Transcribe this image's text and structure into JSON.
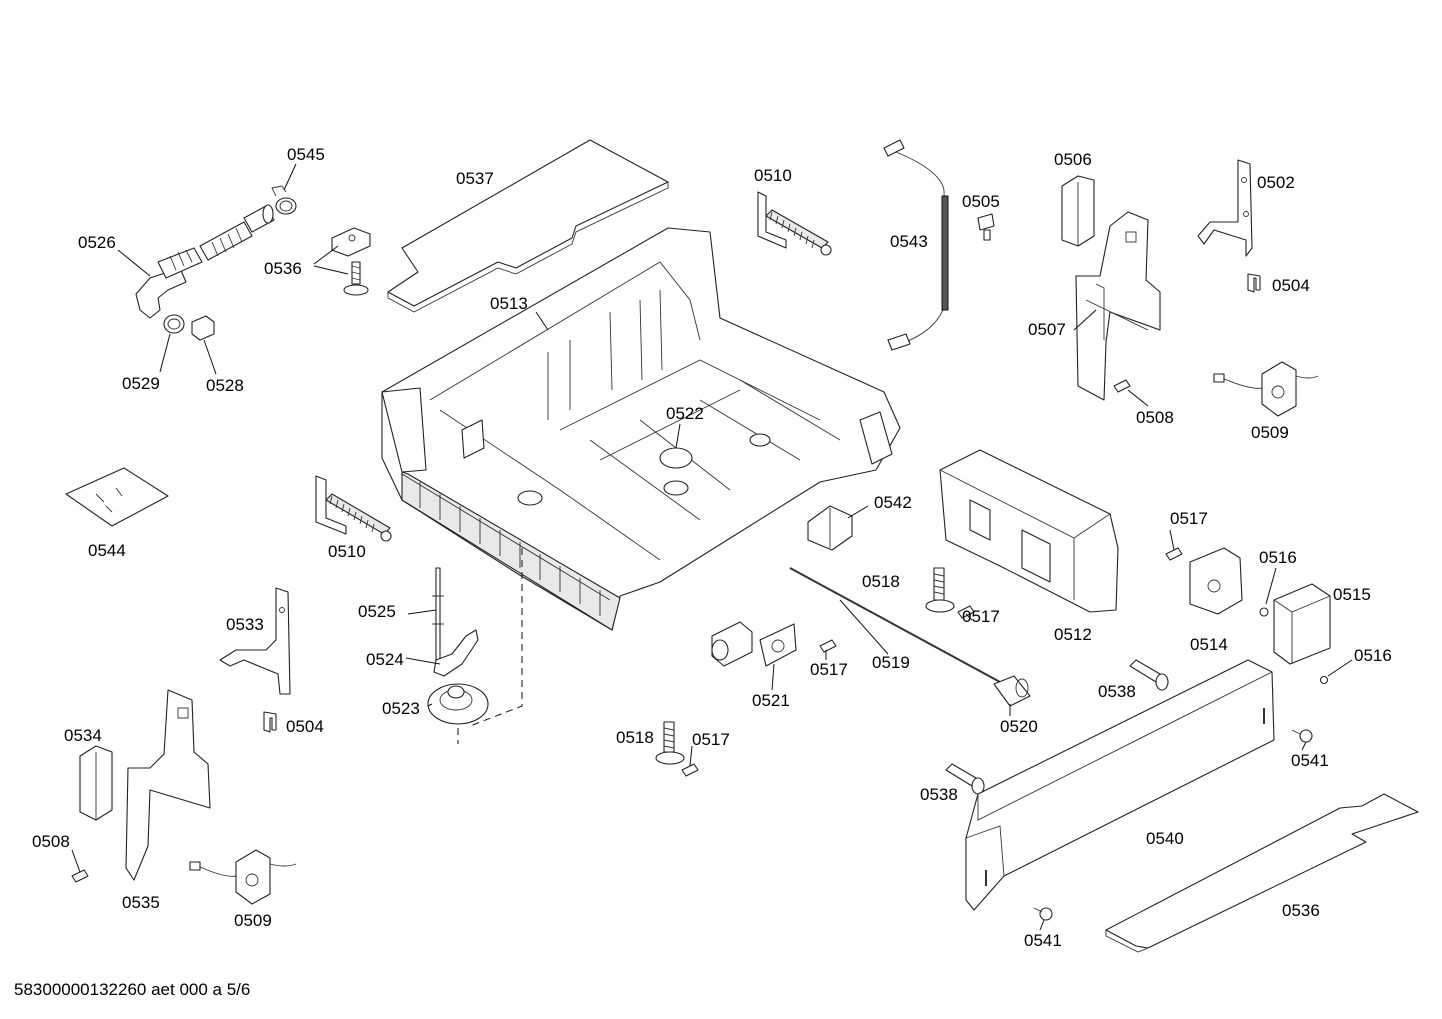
{
  "labels": [
    {
      "id": "l0545",
      "text": "0545"
    },
    {
      "id": "l0537",
      "text": "0537"
    },
    {
      "id": "l0510a",
      "text": "0510"
    },
    {
      "id": "l0505",
      "text": "0505"
    },
    {
      "id": "l0543",
      "text": "0543"
    },
    {
      "id": "l0506",
      "text": "0506"
    },
    {
      "id": "l0502",
      "text": "0502"
    },
    {
      "id": "l0526",
      "text": "0526"
    },
    {
      "id": "l0536a",
      "text": "0536"
    },
    {
      "id": "l0513",
      "text": "0513"
    },
    {
      "id": "l0504a",
      "text": "0504"
    },
    {
      "id": "l0507",
      "text": "0507"
    },
    {
      "id": "l0529",
      "text": "0529"
    },
    {
      "id": "l0528",
      "text": "0528"
    },
    {
      "id": "l0522",
      "text": "0522"
    },
    {
      "id": "l0508a",
      "text": "0508"
    },
    {
      "id": "l0509a",
      "text": "0509"
    },
    {
      "id": "l0542",
      "text": "0542"
    },
    {
      "id": "l0544",
      "text": "0544"
    },
    {
      "id": "l0510b",
      "text": "0510"
    },
    {
      "id": "l0517a",
      "text": "0517"
    },
    {
      "id": "l0516a",
      "text": "0516"
    },
    {
      "id": "l0518a",
      "text": "0518"
    },
    {
      "id": "l0525",
      "text": "0525"
    },
    {
      "id": "l0515",
      "text": "0515"
    },
    {
      "id": "l0533",
      "text": "0533"
    },
    {
      "id": "l0517b",
      "text": "0517"
    },
    {
      "id": "l0512",
      "text": "0512"
    },
    {
      "id": "l0514",
      "text": "0514"
    },
    {
      "id": "l0516b",
      "text": "0516"
    },
    {
      "id": "l0524",
      "text": "0524"
    },
    {
      "id": "l0517c",
      "text": "0517"
    },
    {
      "id": "l0519",
      "text": "0519"
    },
    {
      "id": "l0538a",
      "text": "0538"
    },
    {
      "id": "l0523",
      "text": "0523"
    },
    {
      "id": "l0521",
      "text": "0521"
    },
    {
      "id": "l0504b",
      "text": "0504"
    },
    {
      "id": "l0520",
      "text": "0520"
    },
    {
      "id": "l0534",
      "text": "0534"
    },
    {
      "id": "l0518b",
      "text": "0518"
    },
    {
      "id": "l0517d",
      "text": "0517"
    },
    {
      "id": "l0541a",
      "text": "0541"
    },
    {
      "id": "l0538b",
      "text": "0538"
    },
    {
      "id": "l0540",
      "text": "0540"
    },
    {
      "id": "l0508b",
      "text": "0508"
    },
    {
      "id": "l0535",
      "text": "0535"
    },
    {
      "id": "l0509b",
      "text": "0509"
    },
    {
      "id": "l0536b",
      "text": "0536"
    },
    {
      "id": "l0541b",
      "text": "0541"
    }
  ],
  "footer": "58300000132260 aet 000 a 5/6"
}
